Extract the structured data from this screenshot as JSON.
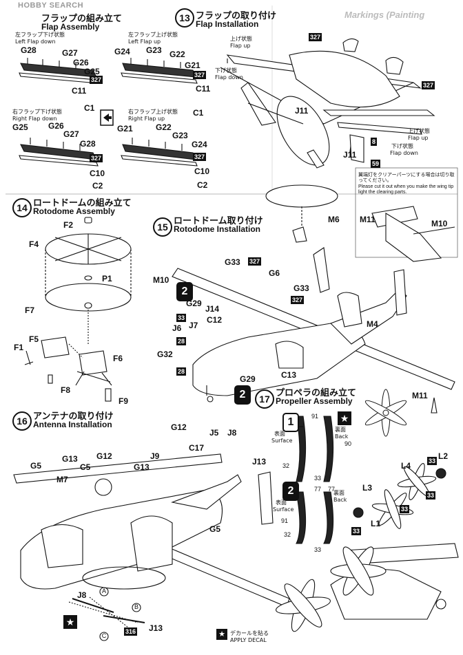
{
  "watermark": "HOBBY SEARCH",
  "faded_header": "Markings (Painting",
  "flap_assembly": {
    "title_jp": "フラップの組み立て",
    "title_en": "Flap Assembly",
    "left_down": {
      "jp": "左フラップ下げ状態",
      "en": "Left Flap down",
      "parts": [
        "G28",
        "G27",
        "G26",
        "G25"
      ],
      "base": "C11",
      "end": "C1"
    },
    "left_up": {
      "jp": "左フラップ上げ状態",
      "en": "Left Flap up",
      "parts": [
        "G24",
        "G23",
        "G22",
        "G21"
      ],
      "base": "C11",
      "end": "C1"
    },
    "right_down": {
      "jp": "右フラップ下げ状態",
      "en": "Right Flap down",
      "parts": [
        "G25",
        "G26",
        "G27",
        "G28"
      ],
      "base": "C10",
      "end": "C2"
    },
    "right_up": {
      "jp": "右フラップ上げ状態",
      "en": "Right Flap up",
      "parts": [
        "G21",
        "G22",
        "G23",
        "G24"
      ],
      "base": "C10",
      "end": "C2"
    },
    "decal": "327"
  },
  "step13": {
    "number": "13",
    "title_jp": "フラップの取り付け",
    "title_en": "Flap Installation",
    "labels": [
      {
        "jp": "上げ状態",
        "en": "Flap up"
      },
      {
        "jp": "下げ状態",
        "en": "Flap down"
      },
      {
        "jp": "上げ状態",
        "en": "Flap up"
      },
      {
        "jp": "下げ状態",
        "en": "Flap down"
      }
    ],
    "parts": [
      "J11",
      "J11"
    ],
    "decals": [
      "327",
      "327",
      "8",
      "59"
    ]
  },
  "note_box": {
    "jp": "翼端灯をクリアーパーツにする場合は切り取ってください。",
    "en": "Please cut it out when you make the wing tip light the clearing parts.",
    "parts": [
      "M11",
      "M10"
    ]
  },
  "step14": {
    "number": "14",
    "title_jp": "ロートドームの組み立て",
    "title_en": "Rotodome Assembly",
    "parts": [
      "F2",
      "F4",
      "P1",
      "F7",
      "F5",
      "F1",
      "F6",
      "F8",
      "F9"
    ]
  },
  "step15": {
    "number": "15",
    "title_jp": "ロートドーム取り付け",
    "title_en": "Rotodome Installation",
    "parts": [
      "M6",
      "M10",
      "G33",
      "G6",
      "G33",
      "G29",
      "J14",
      "C12",
      "J7",
      "J6",
      "G32",
      "C13",
      "M4",
      "G29"
    ],
    "decals": [
      "327",
      "327",
      "33",
      "28",
      "28"
    ],
    "variant_marks": [
      "2",
      "2"
    ]
  },
  "step16": {
    "number": "16",
    "title_jp": "アンテナの取り付け",
    "title_en": "Antenna Installation",
    "parts": [
      "G12",
      "J5",
      "J8",
      "C17",
      "J9",
      "G13",
      "G5",
      "G13",
      "C5",
      "G12",
      "M7",
      "J13",
      "G5"
    ],
    "detail_parts": [
      "J8",
      "J13"
    ],
    "detail_letters": [
      "A",
      "B",
      "C"
    ],
    "decal": "316"
  },
  "step17": {
    "number": "17",
    "title_jp": "プロペラの組み立て",
    "title_en": "Propeller Assembly",
    "variant1": {
      "mark": "1",
      "surface_jp": "表面",
      "surface_en": "Surface",
      "back_jp": "裏面",
      "back_en": "Back",
      "nums": [
        "91",
        "90",
        "32",
        "33"
      ]
    },
    "variant2": {
      "mark": "2",
      "surface_jp": "表面",
      "surface_en": "Surface",
      "back_jp": "裏面",
      "back_en": "Back",
      "nums": [
        "77",
        "77",
        "91",
        "32",
        "33"
      ]
    },
    "parts": [
      "L2",
      "L4",
      "L3",
      "L1"
    ],
    "decals": [
      "33",
      "33",
      "33",
      "33"
    ]
  },
  "decal_note": {
    "jp": "デカールを貼る",
    "en": "APPLY DECAL"
  },
  "loose_parts": [
    "M11"
  ],
  "icon_names": [
    "flip-arrow-icon",
    "star-icon"
  ]
}
